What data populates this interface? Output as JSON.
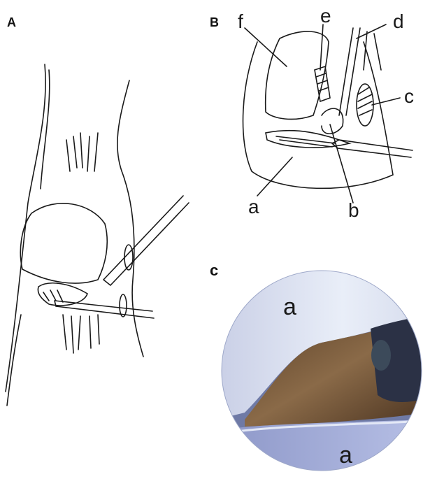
{
  "panels": {
    "a": {
      "label": "A"
    },
    "b": {
      "label": "B",
      "callouts": {
        "f": "f",
        "e": "e",
        "d": "d",
        "c": "c",
        "a": "a",
        "b": "b"
      }
    },
    "c": {
      "label": "c",
      "labels": {
        "top": "a",
        "bottom": "a"
      }
    }
  },
  "colors": {
    "ink": "#1a1a1a",
    "tissue_top": "#d9dff0",
    "tissue_bottom": "#aab4dc",
    "cavity": "#7a5a3a",
    "dark_instrument": "#2a3040"
  }
}
